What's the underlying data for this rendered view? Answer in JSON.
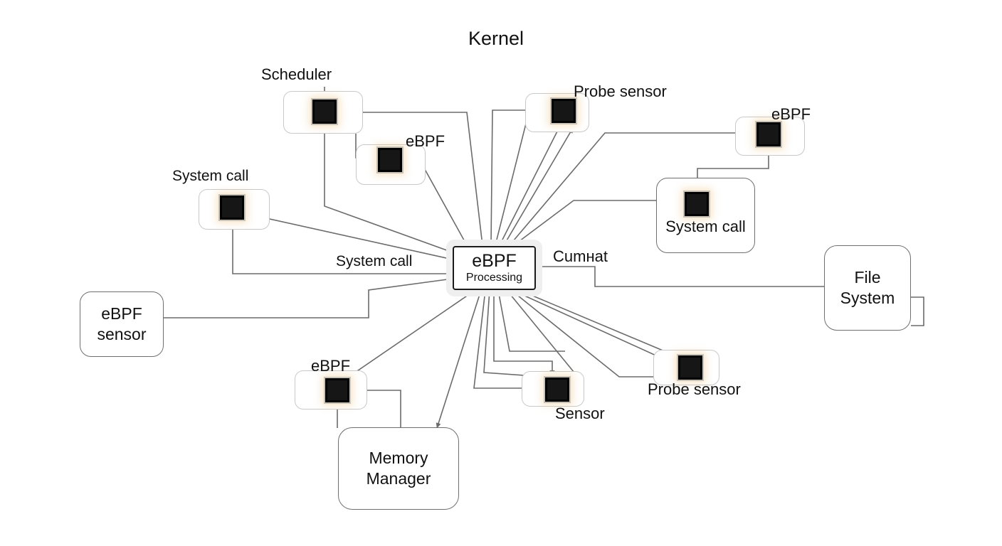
{
  "title": "Kernel",
  "hub": {
    "title": "eBPF",
    "subtitle": "Processing"
  },
  "nodes": {
    "scheduler": "Scheduler",
    "probe_sensor_top": "Probe sensor",
    "ebpf_top_right": "eBPF",
    "ebpf_top_mid": "eBPF",
    "system_call_left": "System call",
    "system_call_right": "System call",
    "system_call_line": "System call",
    "cumnat": "Cumнat",
    "file_system": [
      "File",
      "System"
    ],
    "ebpf_sensor": [
      "eBPF",
      "sensor"
    ],
    "ebpf_bottom": "eBPF",
    "sensor": "Sensor",
    "probe_sensor_bottom": "Probe sensor",
    "memory_manager": [
      "Memory",
      "Manager"
    ]
  },
  "colors": {
    "line": "#6b6b6b",
    "chip": "#161616",
    "glow": "#f0c88c",
    "border": "#6f6f6f"
  },
  "icons": [
    "sensor-chip-icon"
  ]
}
